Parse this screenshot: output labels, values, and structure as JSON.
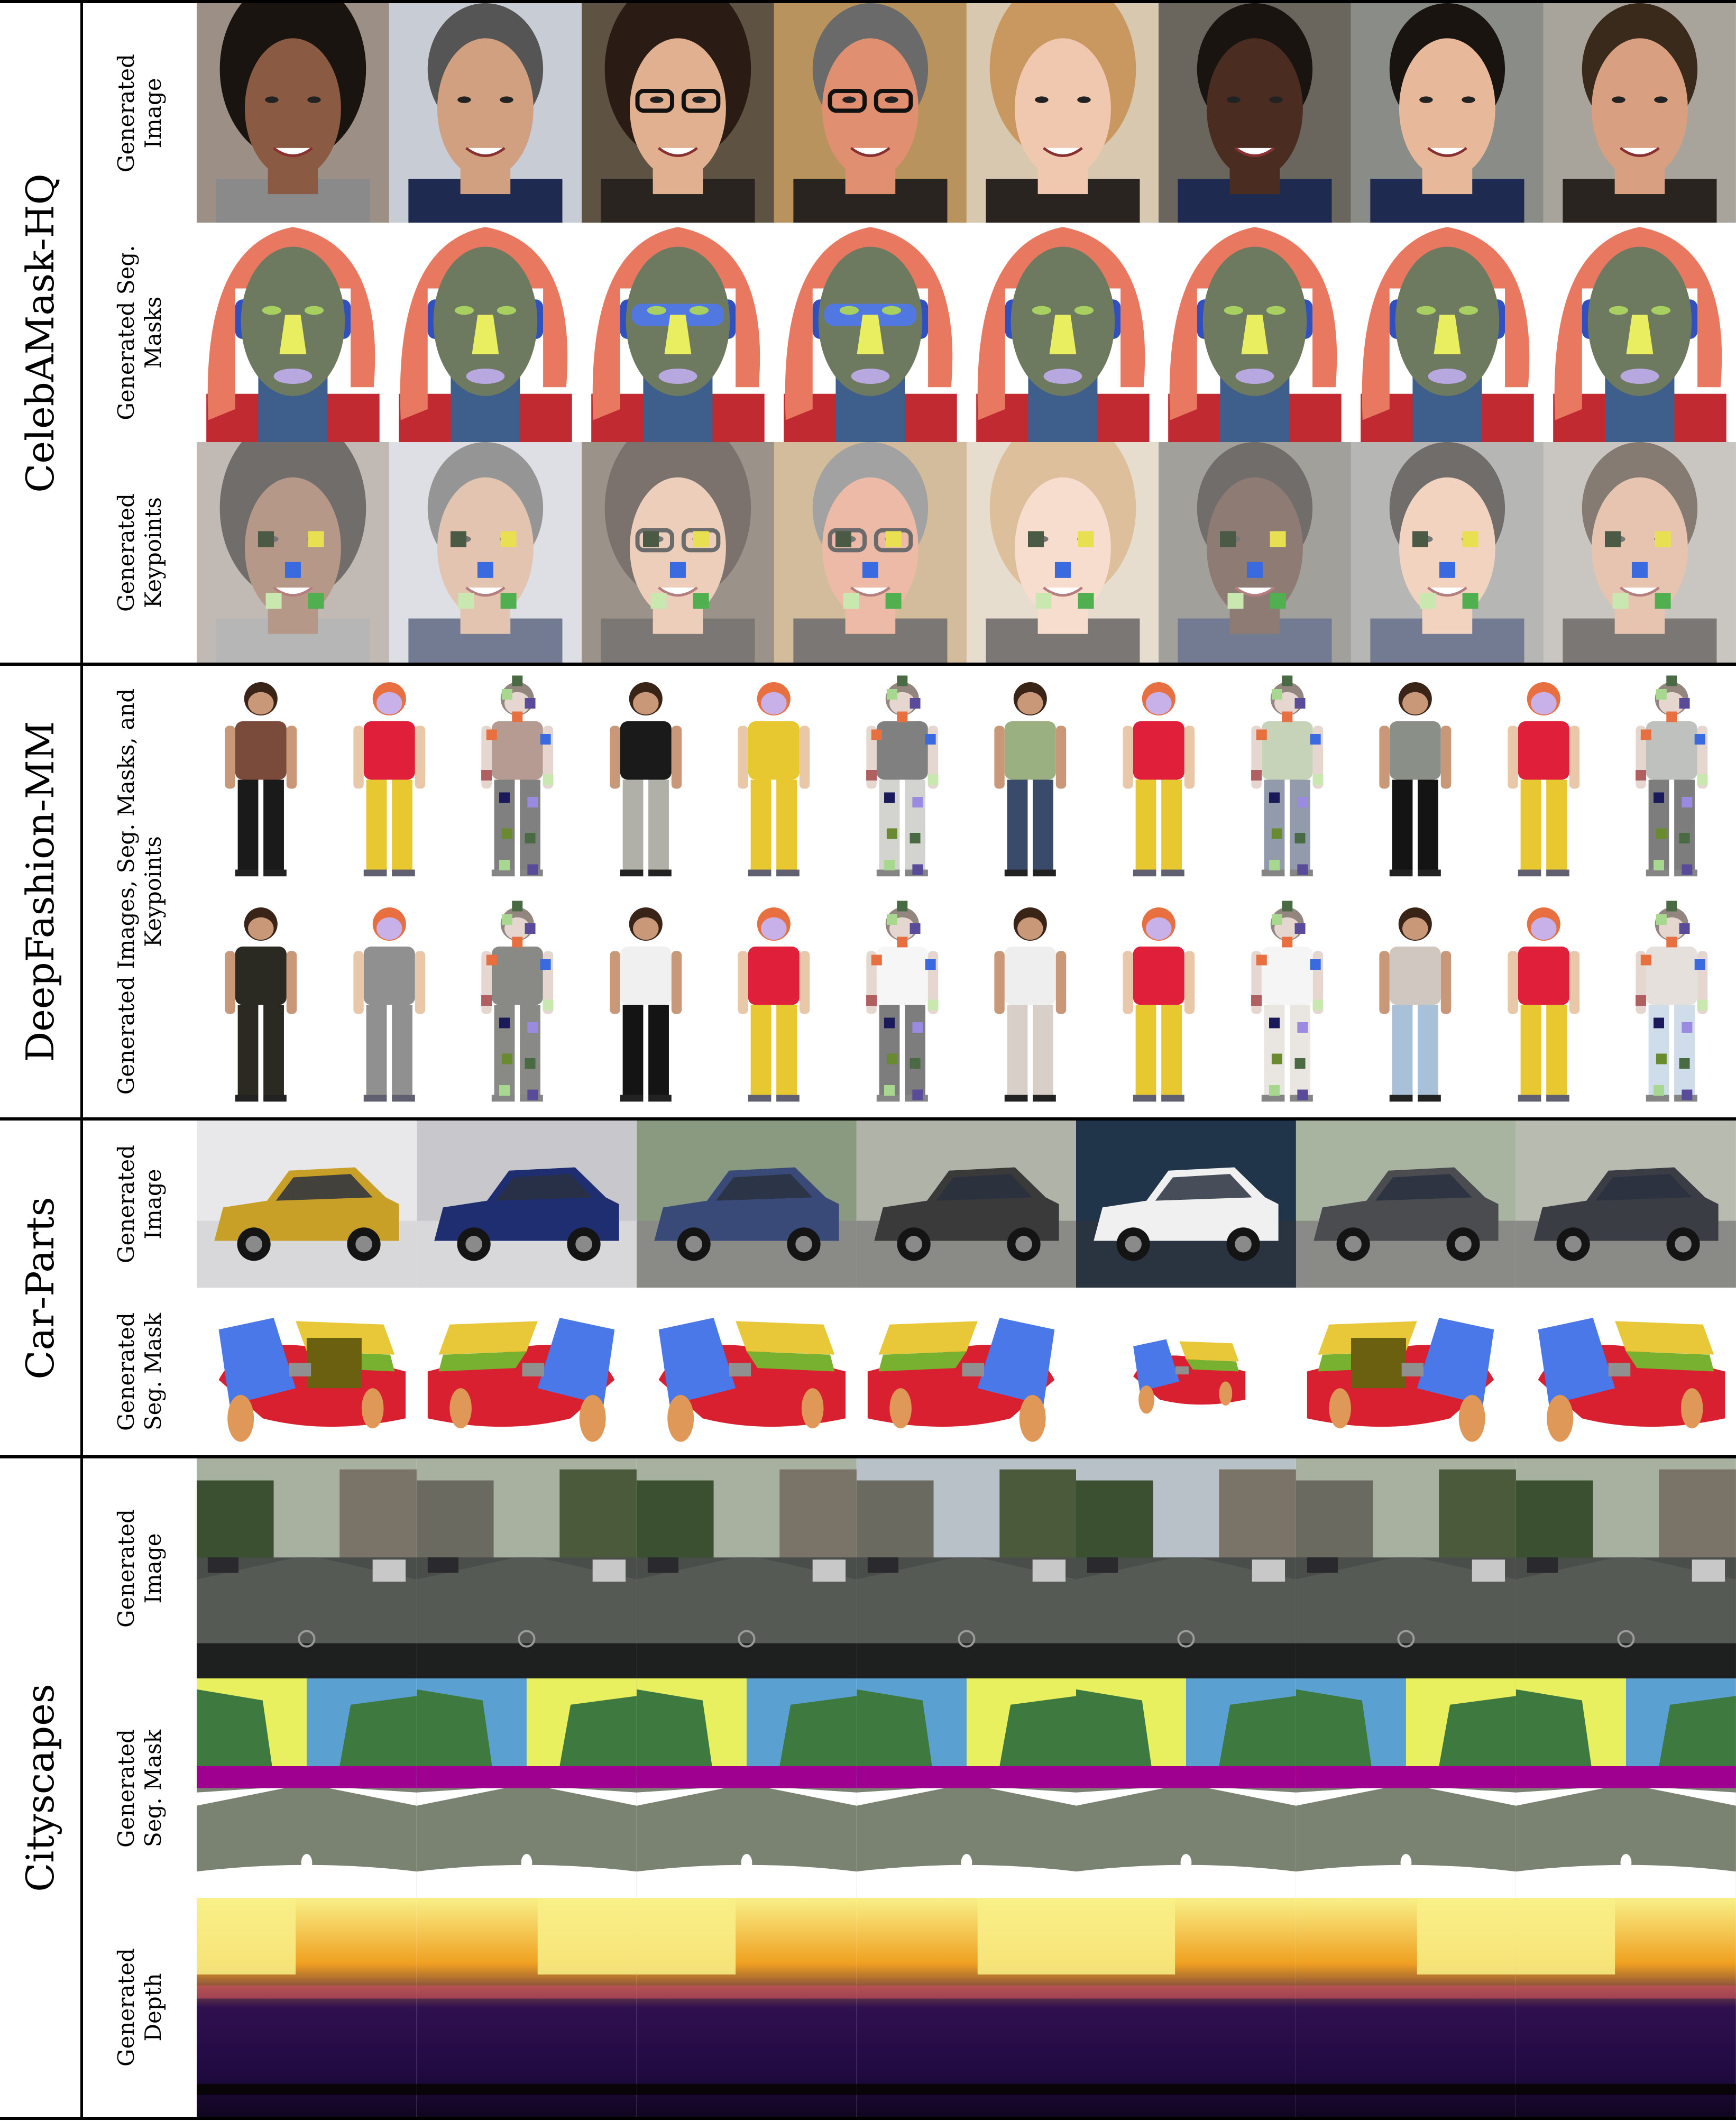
{
  "datasets": [
    {
      "name": "CelebAMask-HQ",
      "rows": [
        {
          "label": "Generated\nImage",
          "kind": "face-photo"
        },
        {
          "label": "Generated Seg.\nMasks",
          "kind": "face-mask"
        },
        {
          "label": "Generated\nKeypoints",
          "kind": "face-keypoints"
        }
      ]
    },
    {
      "name": "DeepFashion-MM",
      "rows": [
        {
          "label": "Generated Images, Seg. Masks, and\nKeypoints",
          "kind": "fashion-triplets"
        }
      ]
    },
    {
      "name": "Car-Parts",
      "rows": [
        {
          "label": "Generated\nImage",
          "kind": "car-photo"
        },
        {
          "label": "Generated\nSeg. Mask",
          "kind": "car-mask"
        }
      ]
    },
    {
      "name": "Cityscapes",
      "rows": [
        {
          "label": "Generated\nImage",
          "kind": "street-photo"
        },
        {
          "label": "Generated\nSeg. Mask",
          "kind": "street-mask"
        },
        {
          "label": "Generated\nDepth",
          "kind": "street-depth"
        }
      ]
    }
  ],
  "palette": {
    "hair": "#E87860",
    "skin": "#6E7A60",
    "nose": "#E8EE60",
    "neck": "#3E5E8C",
    "cloth": "#C02A30",
    "glasses": "#5078E0",
    "ear": "#3050C0",
    "lip": "#B8A8E0",
    "sky": "#5AA0D0",
    "tree": "#3E7A40",
    "building": "#E8F060",
    "car": "#A00090",
    "road": "#7A8272",
    "sidewalk": "#FFFFFF",
    "car_body": "#D82030",
    "car_window": "#4A78E8",
    "car_wheel": "#E09858",
    "car_hood": "#E8C838",
    "car_side": "#78B030",
    "car_grey": "#909090",
    "car_olive": "#6A6010"
  }
}
